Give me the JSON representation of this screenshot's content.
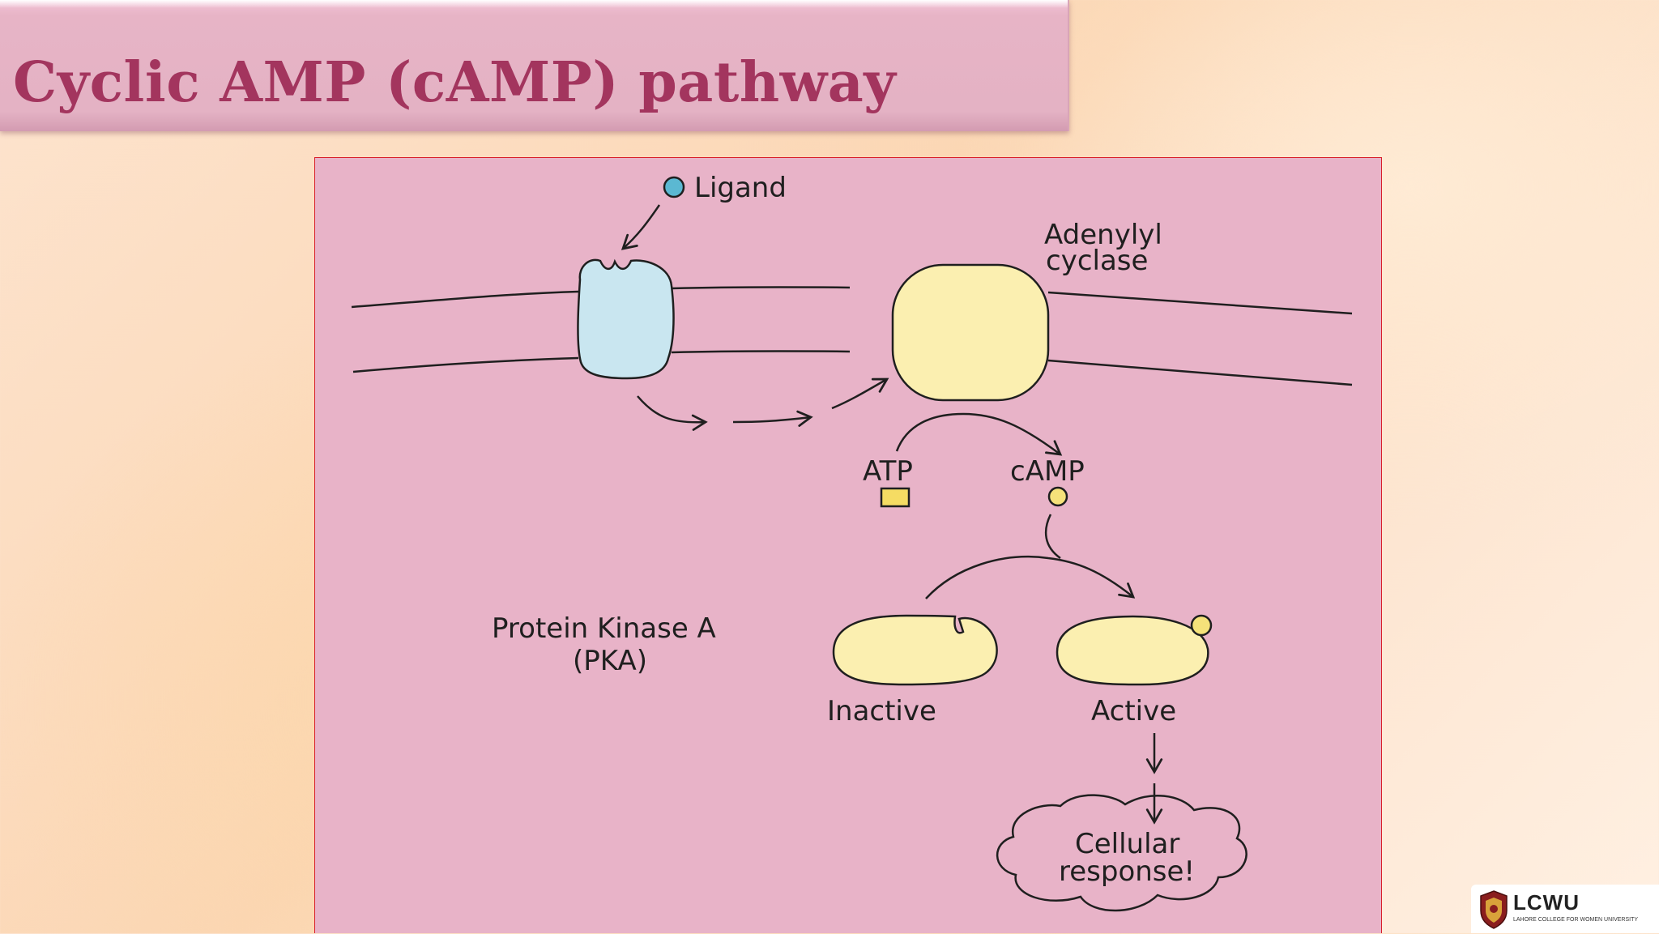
{
  "slide": {
    "title": "Cyclic AMP (cAMP) pathway"
  },
  "diagram": {
    "ligand_label": "Ligand",
    "adenylyl_label_line1": "Adenylyl",
    "adenylyl_label_line2": "cyclase",
    "atp_label": "ATP",
    "camp_label": "cAMP",
    "pka_label_line1": "Protein Kinase A",
    "pka_label_line2": "(PKA)",
    "inactive_label": "Inactive",
    "active_label": "Active",
    "response_line1": "Cellular",
    "response_line2": "response!"
  },
  "logo": {
    "name": "LCWU",
    "subtitle": "LAHORE COLLEGE FOR WOMEN UNIVERSITY"
  },
  "colors": {
    "title_text": "#a3355e",
    "title_bar": "#e4b2c4",
    "diagram_bg": "#e8b3c8",
    "frame_border": "#d81e2a",
    "receptor": "#c9e6f0",
    "ligand": "#5bb8d2",
    "yellow_protein": "#fbefb0",
    "atp_square": "#f5dc63",
    "camp_dot": "#f5e27a"
  }
}
